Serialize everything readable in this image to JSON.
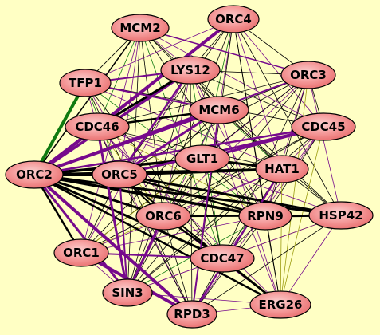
{
  "colors": {
    "background": "#ffffc4",
    "node_fill": "#f48a8a",
    "node_stroke": "#000000",
    "edge_black": "#000000",
    "edge_purple": "#760a8c",
    "edge_green": "#0f7a10",
    "edge_olive": "#9c9c10"
  },
  "nodes": [
    {
      "id": "MCM2",
      "label": "MCM2"
    },
    {
      "id": "ORC4",
      "label": "ORC4"
    },
    {
      "id": "TFP1",
      "label": "TFP1"
    },
    {
      "id": "LYS12",
      "label": "LYS12"
    },
    {
      "id": "ORC3",
      "label": "ORC3"
    },
    {
      "id": "MCM6",
      "label": "MCM6"
    },
    {
      "id": "CDC46",
      "label": "CDC46"
    },
    {
      "id": "CDC45",
      "label": "CDC45"
    },
    {
      "id": "GLT1",
      "label": "GLT1"
    },
    {
      "id": "ORC2",
      "label": "ORC2"
    },
    {
      "id": "ORC5",
      "label": "ORC5"
    },
    {
      "id": "HAT1",
      "label": "HAT1"
    },
    {
      "id": "HSP42",
      "label": "HSP42"
    },
    {
      "id": "ORC6",
      "label": "ORC6"
    },
    {
      "id": "RPN9",
      "label": "RPN9"
    },
    {
      "id": "ORC1",
      "label": "ORC1"
    },
    {
      "id": "CDC47",
      "label": "CDC47"
    },
    {
      "id": "SIN3",
      "label": "SIN3"
    },
    {
      "id": "RPD3",
      "label": "RPD3"
    },
    {
      "id": "ERG26",
      "label": "ERG26"
    }
  ]
}
